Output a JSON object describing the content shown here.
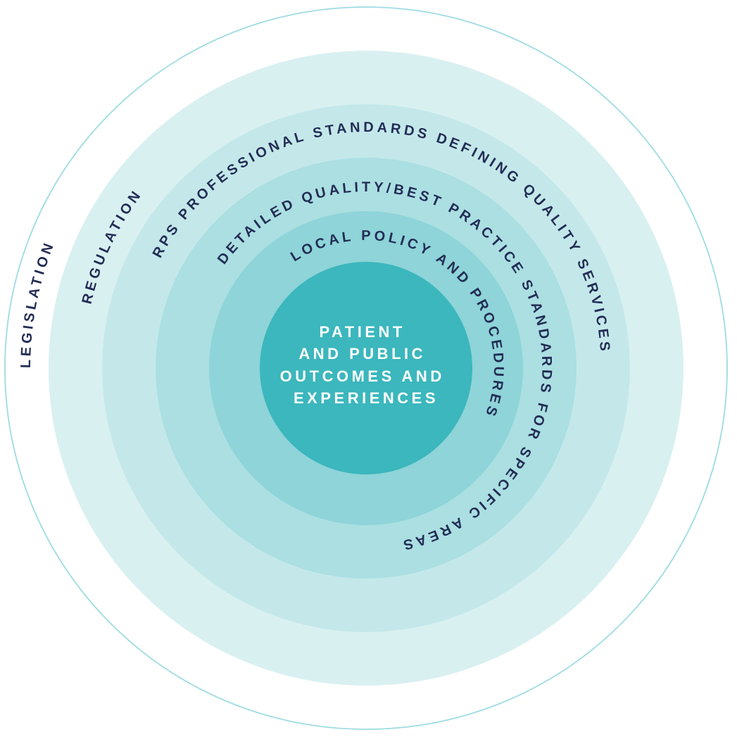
{
  "colors": {
    "background": "#ffffff",
    "outer_stroke": "#9edce2",
    "band_regulation": "#d9f0f1",
    "band_rps": "#c4e8ea",
    "band_detailed": "#abdfe2",
    "band_local": "#8ed4d8",
    "center_fill": "#3bb7bd",
    "label_navy": "#232d55",
    "center_text": "#ffffff"
  },
  "rings": [
    {
      "name": "legislation",
      "label": "LEGISLATION"
    },
    {
      "name": "regulation",
      "label": "REGULATION"
    },
    {
      "name": "rps-professional-standards",
      "label": "RPS PROFESSIONAL STANDARDS DEFINING QUALITY SERVICES"
    },
    {
      "name": "detailed-quality-best-practice",
      "label": "DETAILED QUALITY/BEST PRACTICE STANDARDS FOR SPECIFIC AREAS"
    },
    {
      "name": "local-policy",
      "label": "LOCAL POLICY AND PROCEDURES"
    }
  ],
  "center": {
    "lines": [
      "PATIENT",
      "AND PUBLIC",
      "OUTCOMES AND",
      "EXPERIENCES"
    ]
  }
}
